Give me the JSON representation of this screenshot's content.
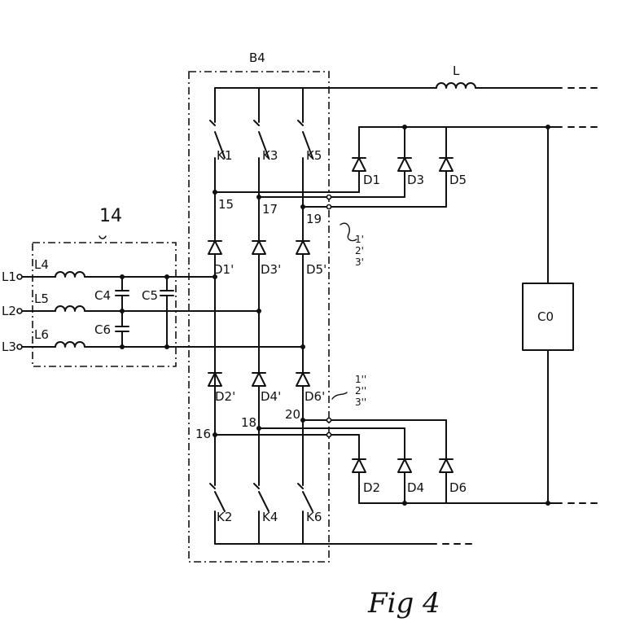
{
  "figure": {
    "caption": "Fig 4"
  },
  "blocks": {
    "rectifier_block": "B4",
    "filter_block": "14"
  },
  "inputs": [
    "L1",
    "L2",
    "L3"
  ],
  "inductors": {
    "input": [
      "L4",
      "L5",
      "L6"
    ],
    "dc_link": "L"
  },
  "capacitors": [
    "C4",
    "C5",
    "C6",
    "C0"
  ],
  "switches": [
    "K1",
    "K3",
    "K5",
    "K2",
    "K4",
    "K6"
  ],
  "diodes": {
    "upper_right": [
      "D1",
      "D3",
      "D5"
    ],
    "upper_bridge": [
      "D1'",
      "D3'",
      "D5'"
    ],
    "lower_bridge": [
      "D2'",
      "D4'",
      "D6'"
    ],
    "lower_right": [
      "D2",
      "D4",
      "D6"
    ]
  },
  "nodes": [
    "15",
    "17",
    "19",
    "16",
    "18",
    "20"
  ],
  "annotations": {
    "upper": [
      "1'",
      "2'",
      "3'"
    ],
    "lower": [
      "1''",
      "2''",
      "3''"
    ]
  }
}
